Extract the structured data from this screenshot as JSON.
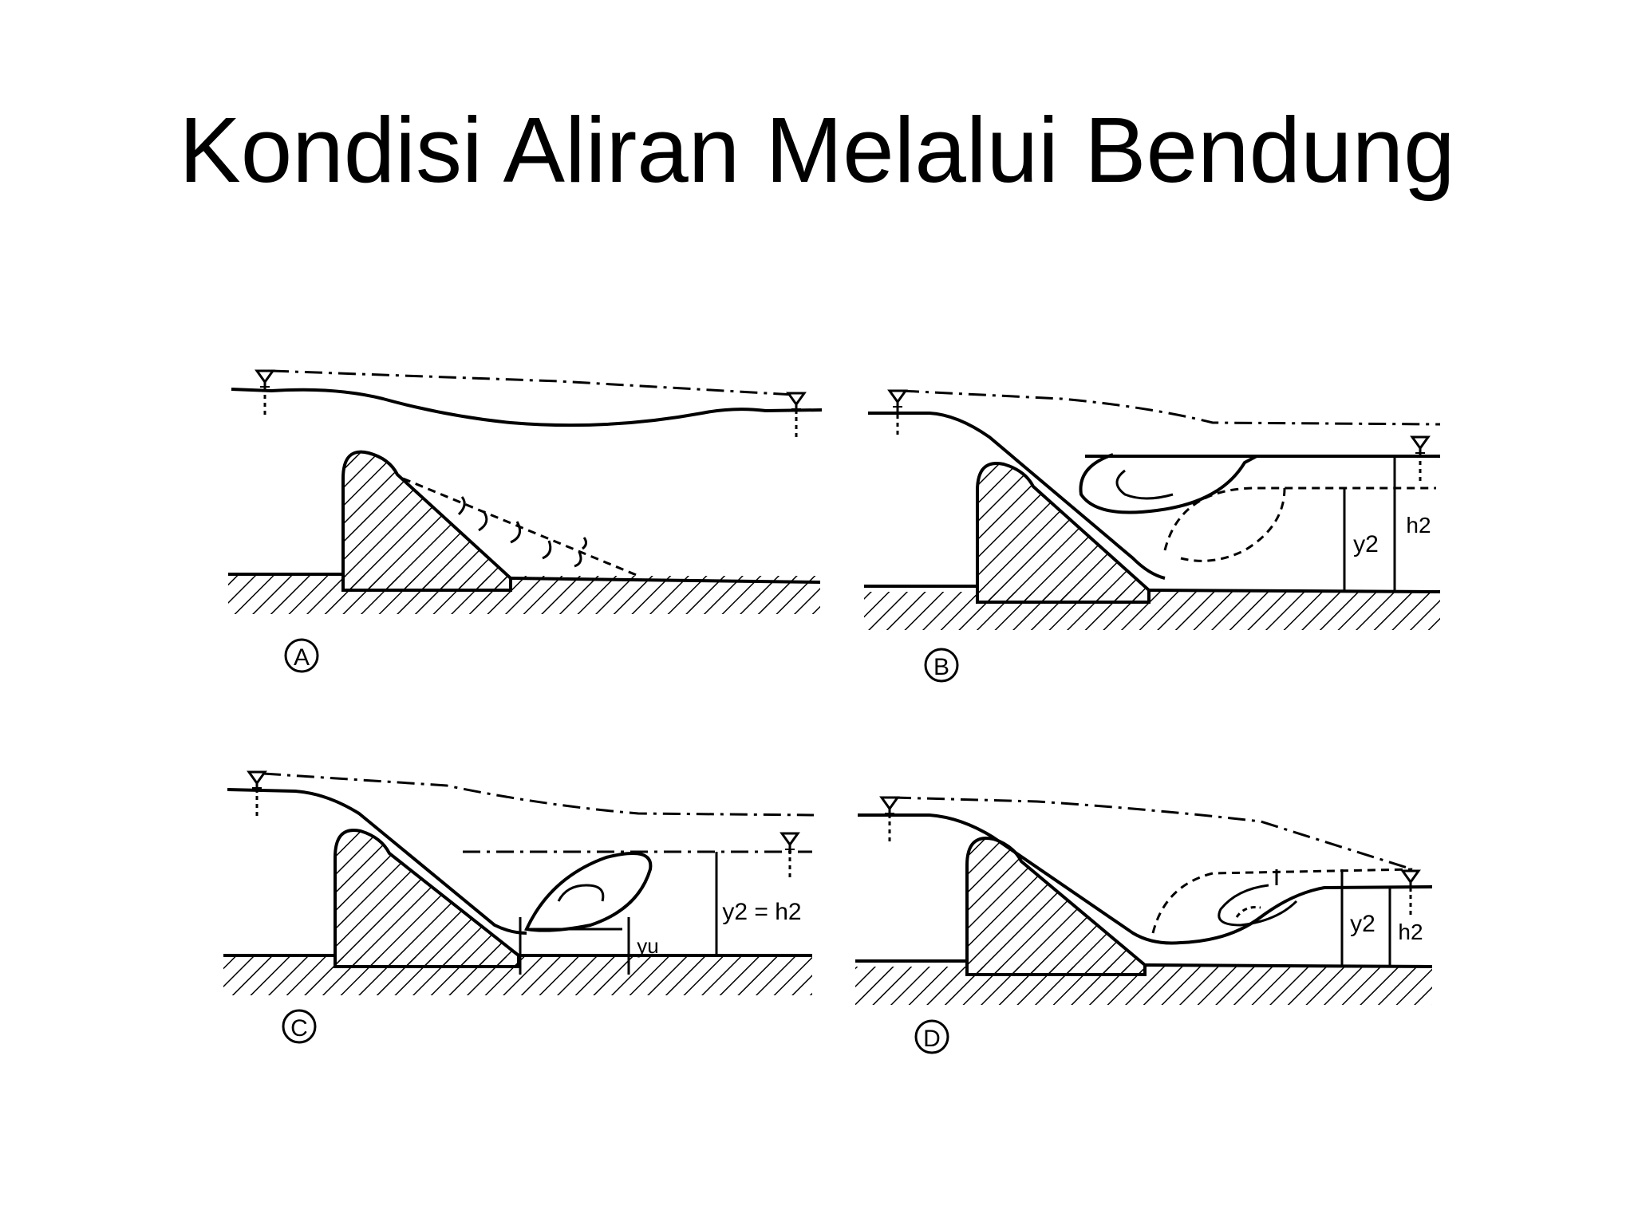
{
  "title": "Kondisi Aliran Melalui Bendung",
  "panels": [
    {
      "id": "A",
      "label": "A",
      "annotations": []
    },
    {
      "id": "B",
      "label": "B",
      "annotations": [
        "y2",
        "h2"
      ]
    },
    {
      "id": "C",
      "label": "C",
      "annotations": [
        "y2 = h2",
        "yu"
      ]
    },
    {
      "id": "D",
      "label": "D",
      "annotations": [
        "y2",
        "h2"
      ]
    }
  ],
  "colors": {
    "ink": "#000000",
    "background": "#ffffff"
  }
}
